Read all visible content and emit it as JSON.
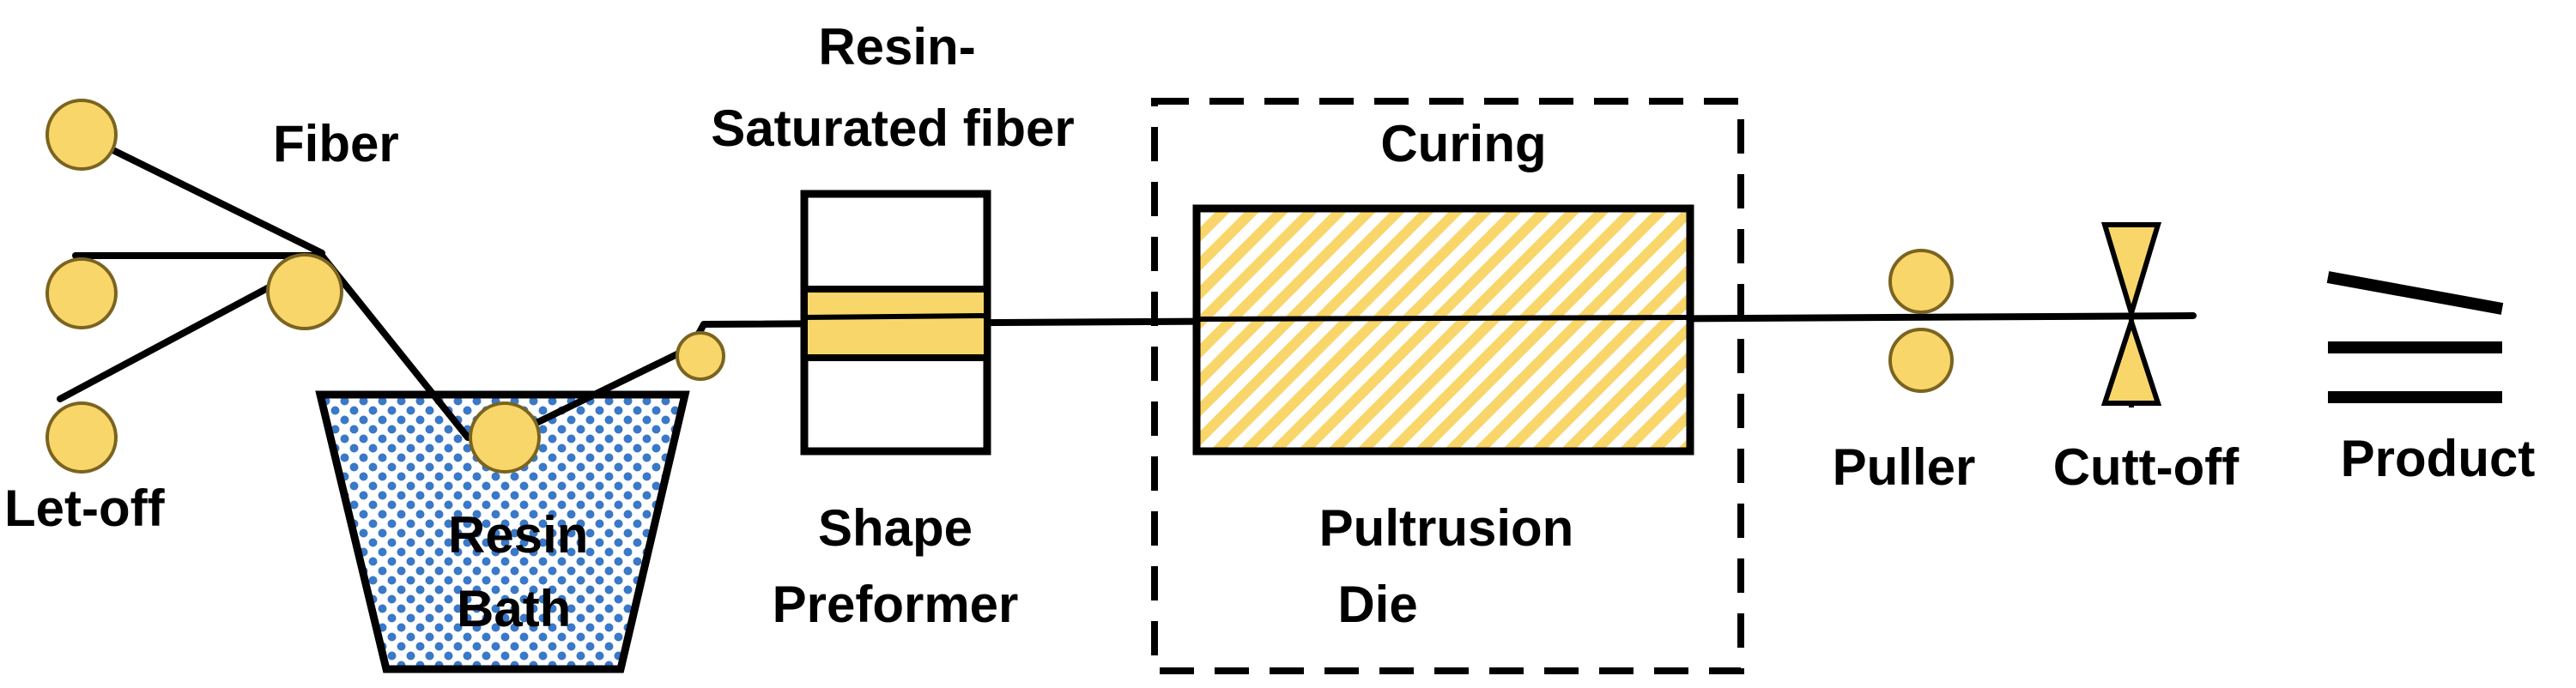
{
  "colors": {
    "roller_fill": "#F9D66A",
    "roller_stroke": "#7A6420",
    "bath_dot": "#3A78C8",
    "die_hatch": "#F9D66A",
    "line": "#000000"
  },
  "labels": {
    "fiber": "Fiber",
    "let_off": "Let-off",
    "resin_bath_line1": "Resin",
    "resin_bath_line2": "Bath",
    "resin_saturated_line1": "Resin-",
    "resin_saturated_line2": "Saturated fiber",
    "shape_preformer_line1": "Shape",
    "shape_preformer_line2": "Preformer",
    "curing": "Curing",
    "pultrusion_die_line1": "Pultrusion",
    "pultrusion_die_line2": "Die",
    "puller": "Puller",
    "cut_off": "Cutt-off",
    "product": "Product"
  }
}
